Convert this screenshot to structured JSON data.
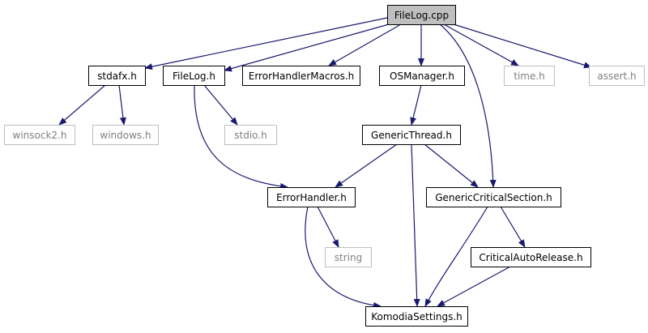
{
  "colors": {
    "edge": "#191970",
    "focus_fill": "#bfbfbf",
    "node_fill": "#ffffff",
    "node_border": "#000000",
    "external_border": "#bfbfbf",
    "text": "#000000",
    "external_text": "#808080"
  },
  "nodes": {
    "filelog_cpp": {
      "label": "FileLog.cpp",
      "kind": "focus"
    },
    "stdafx_h": {
      "label": "stdafx.h",
      "kind": "local"
    },
    "filelog_h": {
      "label": "FileLog.h",
      "kind": "local"
    },
    "errorhandlermacros_h": {
      "label": "ErrorHandlerMacros.h",
      "kind": "local"
    },
    "osmanager_h": {
      "label": "OSManager.h",
      "kind": "local"
    },
    "time_h": {
      "label": "time.h",
      "kind": "external"
    },
    "assert_h": {
      "label": "assert.h",
      "kind": "external"
    },
    "winsock2_h": {
      "label": "winsock2.h",
      "kind": "external"
    },
    "windows_h": {
      "label": "windows.h",
      "kind": "external"
    },
    "stdio_h": {
      "label": "stdio.h",
      "kind": "external"
    },
    "genericthread_h": {
      "label": "GenericThread.h",
      "kind": "local"
    },
    "errorhandler_h": {
      "label": "ErrorHandler.h",
      "kind": "local"
    },
    "genericcriticalsection_h": {
      "label": "GenericCriticalSection.h",
      "kind": "local"
    },
    "string": {
      "label": "string",
      "kind": "external"
    },
    "criticalautorelease_h": {
      "label": "CriticalAutoRelease.h",
      "kind": "local"
    },
    "komodiasettings_h": {
      "label": "KomodiaSettings.h",
      "kind": "local"
    }
  },
  "edges": [
    [
      "filelog_cpp",
      "stdafx_h"
    ],
    [
      "filelog_cpp",
      "filelog_h"
    ],
    [
      "filelog_cpp",
      "errorhandlermacros_h"
    ],
    [
      "filelog_cpp",
      "osmanager_h"
    ],
    [
      "filelog_cpp",
      "genericcriticalsection_h"
    ],
    [
      "filelog_cpp",
      "time_h"
    ],
    [
      "filelog_cpp",
      "assert_h"
    ],
    [
      "stdafx_h",
      "winsock2_h"
    ],
    [
      "stdafx_h",
      "windows_h"
    ],
    [
      "filelog_h",
      "stdio_h"
    ],
    [
      "filelog_h",
      "errorhandler_h"
    ],
    [
      "osmanager_h",
      "genericthread_h"
    ],
    [
      "genericthread_h",
      "errorhandler_h"
    ],
    [
      "genericthread_h",
      "genericcriticalsection_h"
    ],
    [
      "genericthread_h",
      "komodiasettings_h"
    ],
    [
      "errorhandler_h",
      "string"
    ],
    [
      "errorhandler_h",
      "komodiasettings_h"
    ],
    [
      "genericcriticalsection_h",
      "criticalautorelease_h"
    ],
    [
      "genericcriticalsection_h",
      "komodiasettings_h"
    ],
    [
      "criticalautorelease_h",
      "komodiasettings_h"
    ]
  ]
}
